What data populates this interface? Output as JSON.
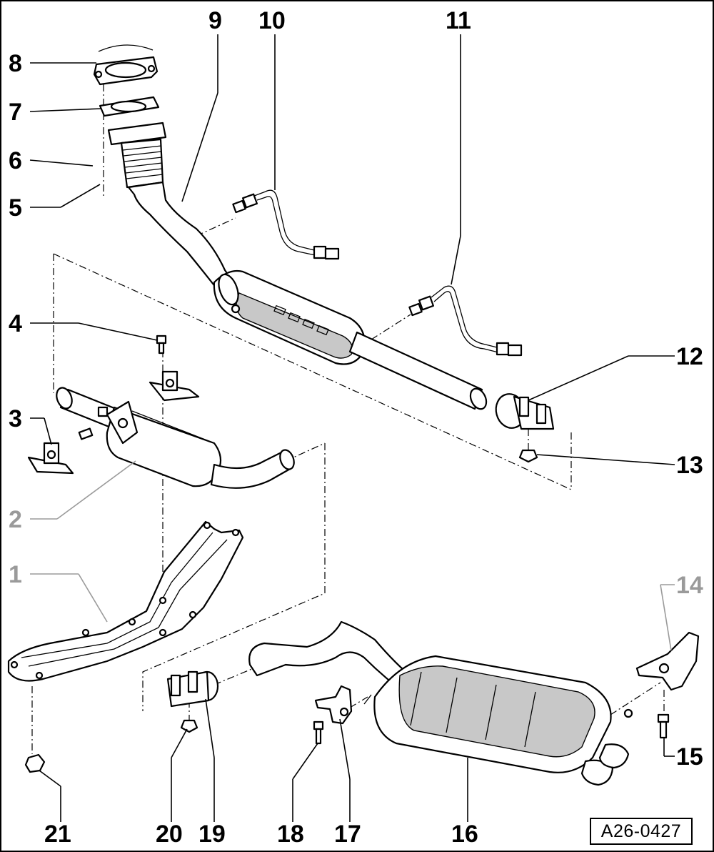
{
  "diagram": {
    "reference_code": "A26-0427",
    "callouts": [
      {
        "id": "1",
        "label": "1",
        "style": "dim"
      },
      {
        "id": "2",
        "label": "2",
        "style": "dim"
      },
      {
        "id": "3",
        "label": "3",
        "style": "normal"
      },
      {
        "id": "4",
        "label": "4",
        "style": "normal"
      },
      {
        "id": "5",
        "label": "5",
        "style": "normal"
      },
      {
        "id": "6",
        "label": "6",
        "style": "normal"
      },
      {
        "id": "7",
        "label": "7",
        "style": "normal"
      },
      {
        "id": "8",
        "label": "8",
        "style": "normal"
      },
      {
        "id": "9",
        "label": "9",
        "style": "normal"
      },
      {
        "id": "10",
        "label": "10",
        "style": "normal"
      },
      {
        "id": "11",
        "label": "11",
        "style": "normal"
      },
      {
        "id": "12",
        "label": "12",
        "style": "normal"
      },
      {
        "id": "13",
        "label": "13",
        "style": "normal"
      },
      {
        "id": "14",
        "label": "14",
        "style": "dim"
      },
      {
        "id": "15",
        "label": "15",
        "style": "normal"
      },
      {
        "id": "16",
        "label": "16",
        "style": "normal"
      },
      {
        "id": "17",
        "label": "17",
        "style": "normal"
      },
      {
        "id": "18",
        "label": "18",
        "style": "normal"
      },
      {
        "id": "19",
        "label": "19",
        "style": "normal"
      },
      {
        "id": "20",
        "label": "20",
        "style": "normal"
      },
      {
        "id": "21",
        "label": "21",
        "style": "normal"
      }
    ],
    "colors": {
      "ink": "#000000",
      "dim": "#9a9a9a",
      "shade": "#c8c8c8",
      "background": "#ffffff"
    }
  }
}
